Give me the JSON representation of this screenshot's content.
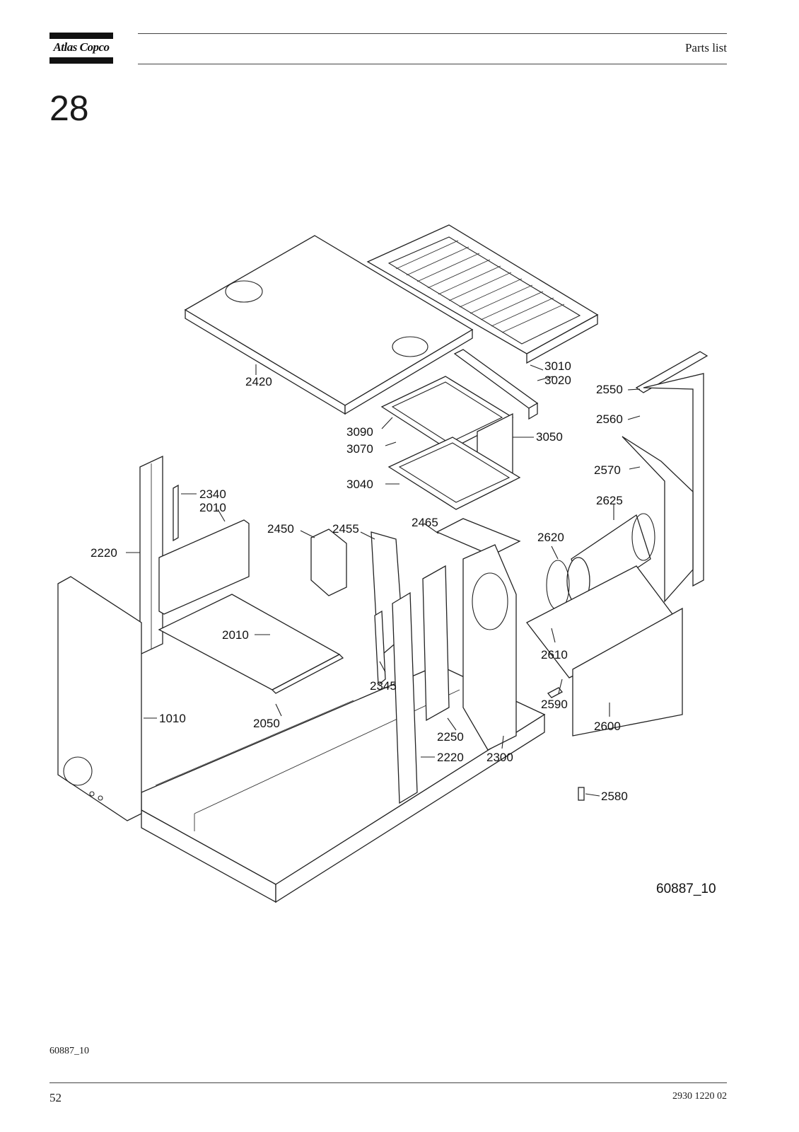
{
  "header": {
    "brand": "Atlas Copco",
    "title": "Parts list"
  },
  "section_number": "28",
  "figure": {
    "drawing_ref": "60887_10",
    "part_labels": {
      "p2420": "2420",
      "p3010": "3010",
      "p3020": "3020",
      "p2550": "2550",
      "p3090": "3090",
      "p3070": "3070",
      "p3050": "3050",
      "p2560": "2560",
      "p3040": "3040",
      "p2570": "2570",
      "p2340": "2340",
      "p2010a": "2010",
      "p2625": "2625",
      "p2450": "2450",
      "p2455": "2455",
      "p2465": "2465",
      "p2620": "2620",
      "p2220a": "2220",
      "p2010b": "2010",
      "p2610": "2610",
      "p2345": "2345",
      "p2590": "2590",
      "p1010": "1010",
      "p2050": "2050",
      "p2600": "2600",
      "p2250": "2250",
      "p2220b": "2220",
      "p2300": "2300",
      "p2580": "2580"
    }
  },
  "footer": {
    "figure_ref": "60887_10",
    "page_number": "52",
    "document_number": "2930 1220 02"
  }
}
